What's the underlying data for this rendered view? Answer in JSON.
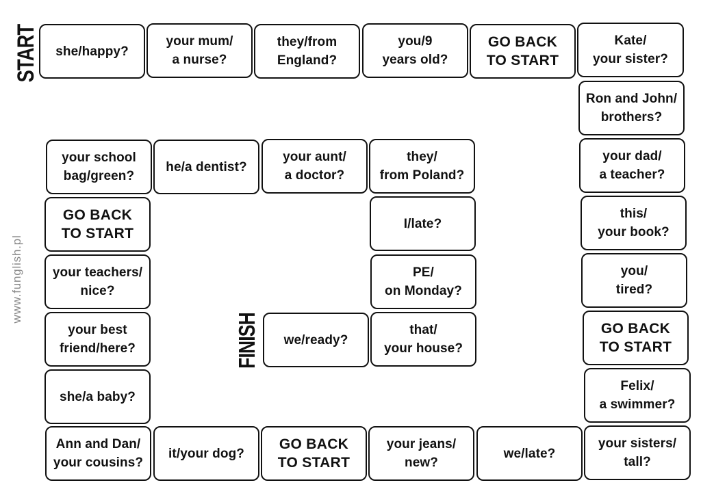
{
  "labels": {
    "start": "START",
    "finish": "FINISH",
    "website": "www.funglish.pl"
  },
  "tiles": {
    "t01": "she/happy?",
    "t02": "your mum/\na nurse?",
    "t03": "they/from\nEngland?",
    "t04": "you/9\nyears old?",
    "t05": "GO BACK\nTO START",
    "t06": "Kate/\nyour sister?",
    "t07": "Ron and John/\nbrothers?",
    "t08": "your dad/\na teacher?",
    "t09": "this/\nyour book?",
    "t10": "you/\ntired?",
    "t11": "GO BACK\nTO START",
    "t12": "Felix/\na swimmer?",
    "t13": "your sisters/\ntall?",
    "t14": "we/late?",
    "t15": "your jeans/\nnew?",
    "t16": "GO BACK\nTO START",
    "t17": "it/your dog?",
    "t18": "Ann and Dan/\nyour cousins?",
    "t19": "she/a baby?",
    "t20": "your best\nfriend/here?",
    "t21": "your teachers/\nnice?",
    "t22": "GO BACK\nTO START",
    "t23": "your school\nbag/green?",
    "t24": "he/a dentist?",
    "t25": "your aunt/\na doctor?",
    "t26": "they/\nfrom Poland?",
    "t27": "I/late?",
    "t28": "PE/\non Monday?",
    "t29": "that/\nyour house?",
    "t30": "we/ready?"
  }
}
